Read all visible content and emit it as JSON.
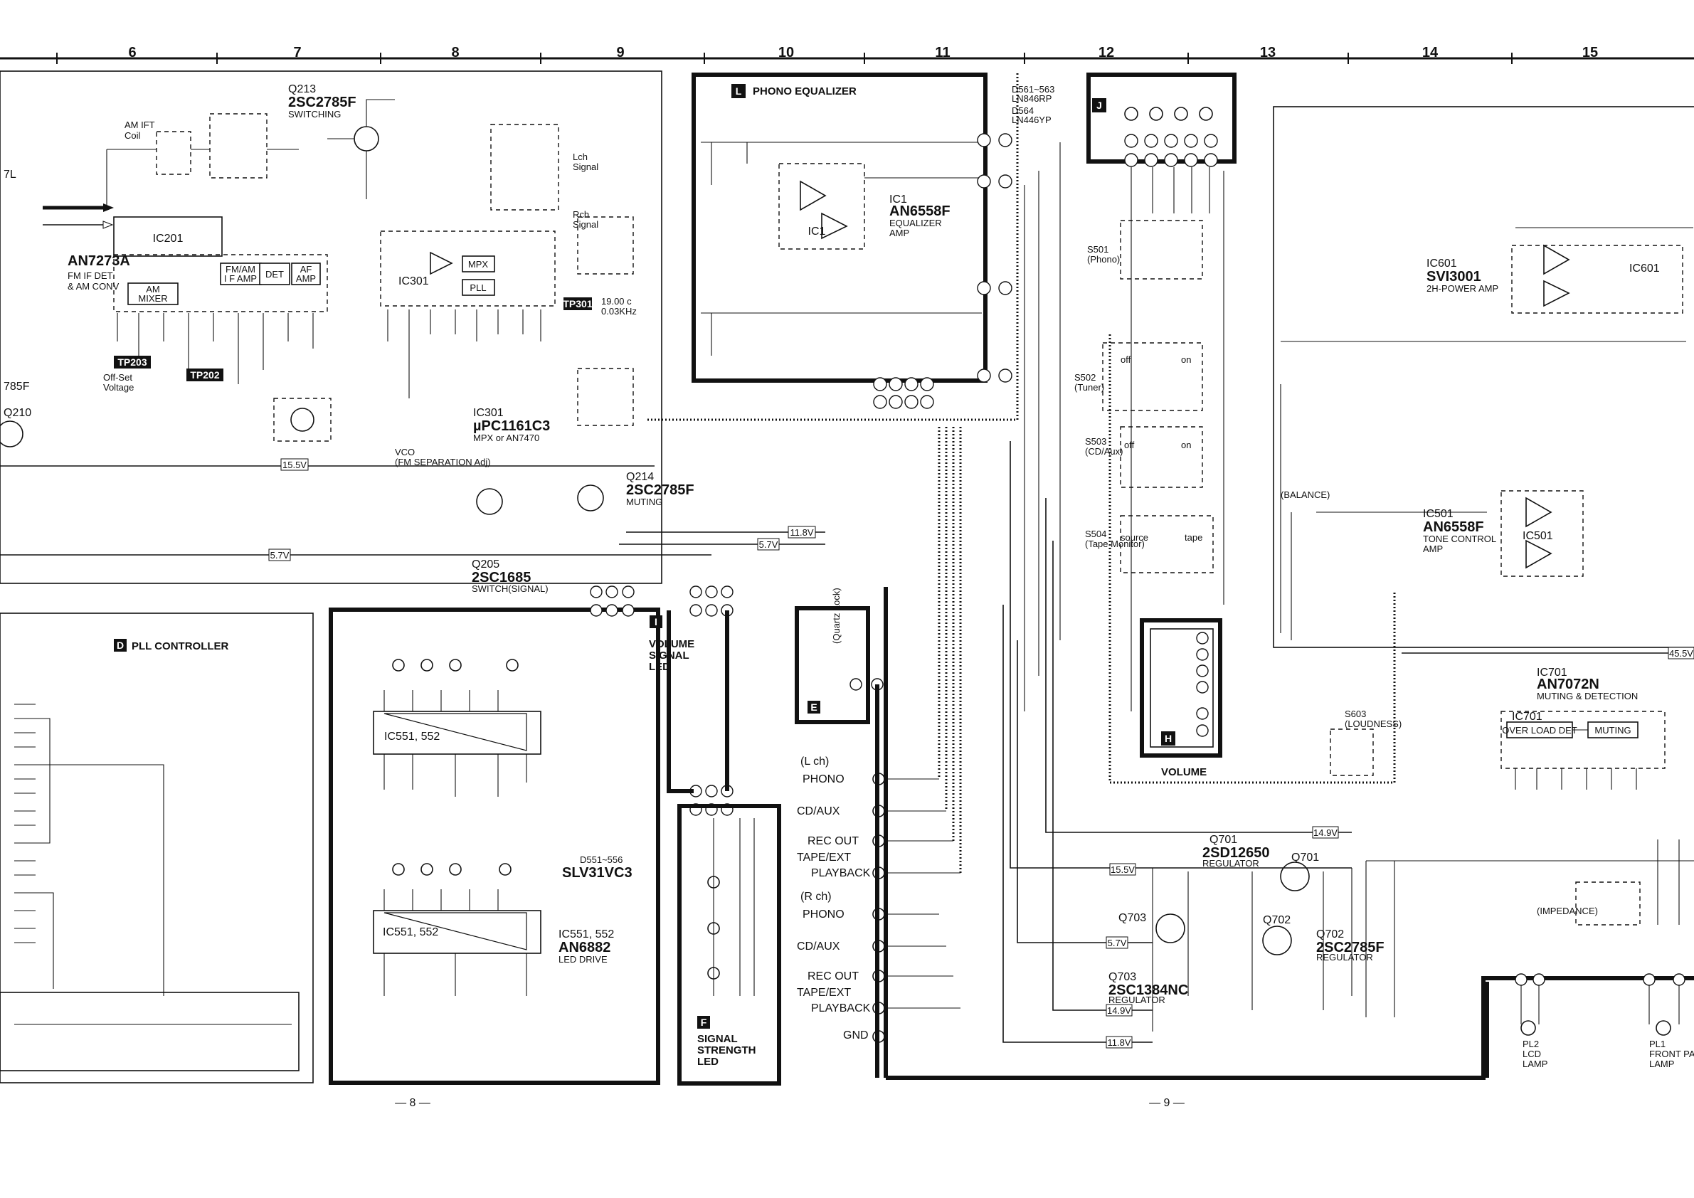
{
  "columns": [
    "6",
    "7",
    "8",
    "9",
    "10",
    "11",
    "12",
    "13",
    "14",
    "15"
  ],
  "page_numbers": [
    "— 8 —",
    "— 9 —"
  ],
  "blocks": {
    "phono_eq": {
      "letter": "L",
      "title": "PHONO EQUALIZER"
    },
    "pll": {
      "letter": "D",
      "title": "PLL CONTROLLER"
    },
    "volume_led": {
      "letter": "I",
      "title": [
        "VOLUME",
        "SIGNAL",
        "LED"
      ]
    },
    "signal_led": {
      "letter": "F",
      "title": [
        "SIGNAL",
        "STRENGTH",
        "LED"
      ]
    },
    "quartz": {
      "letter": "E"
    },
    "volume": {
      "letter": "H",
      "title": "VOLUME"
    },
    "indicator": {
      "letter": "J"
    }
  },
  "ic_labels": {
    "ic201": [
      "IC201",
      "AN7273A",
      "FM IF DET",
      "& AM CONV"
    ],
    "ic1": [
      "IC1",
      "AN6558F",
      "EQUALIZER",
      "AMP"
    ],
    "ic301": [
      "IC301",
      "µPC1161C3",
      "MPX or AN7470"
    ],
    "ic601": [
      "IC601",
      "SVI3001",
      "2H-POWER AMP"
    ],
    "ic501": [
      "IC501",
      "AN6558F",
      "TONE CONTROL",
      "AMP"
    ],
    "ic701": [
      "IC701",
      "AN7072N",
      "MUTING & DETECTION"
    ],
    "ic551": [
      "IC551, 552",
      "AN6882",
      "LED DRIVE"
    ]
  },
  "transistors": {
    "q213": [
      "Q213",
      "2SC2785F",
      "SWITCHING"
    ],
    "q214": [
      "Q214",
      "2SC2785F",
      "MUTING"
    ],
    "q205": [
      "Q205",
      "2SC1685",
      "SWITCH(SIGNAL)"
    ],
    "q701": [
      "Q701",
      "2SD12650",
      "REGULATOR"
    ],
    "q702": [
      "Q702",
      "2SC2785F",
      "REGULATOR"
    ],
    "q703": [
      "Q703",
      "2SC1384NC",
      "REGULATOR"
    ],
    "d561": [
      "D561~563",
      "LN846RP",
      "D564",
      "LN446YP"
    ],
    "d551": "D551~556",
    "d551b": "SLV31VC3"
  },
  "switches": {
    "s501": [
      "S501",
      "(Phono)"
    ],
    "s502": [
      "S502",
      "(Tuner)"
    ],
    "s503": [
      "S503",
      "(CD/Aux)"
    ],
    "s504": [
      "S504",
      "(Tape Monitor)"
    ],
    "sw_off": "off",
    "sw_on": "on",
    "source": "source",
    "tape": "tape",
    "s603": "S603",
    "loudness": "(LOUDNESS)"
  },
  "jacks": {
    "lch": "(L ch)",
    "rch": "(R ch)",
    "phono": "PHONO",
    "cdaux": "CD/AUX",
    "rec": "REC OUT",
    "tapeext": "TAPE/EXT",
    "playback": "PLAYBACK",
    "gnd": "GND"
  },
  "voltages": [
    "15.5V",
    "5.7V",
    "11.8V",
    "14.9V",
    "45.5V"
  ],
  "blocks_ic201": [
    "FM/AM",
    "I F AMP",
    "DET",
    "AF",
    "AMP",
    "AM",
    "MIXER"
  ],
  "blocks_ic301": [
    "MPX",
    "PLL"
  ],
  "blocks_ic701": [
    "OVER LOAD DET",
    "MUTING"
  ],
  "test_points": [
    "TP203",
    "TP202",
    "TP301"
  ],
  "misc": {
    "amift": [
      "AM IFT",
      "Coil"
    ],
    "offset": [
      "Off-Set",
      "Voltage"
    ],
    "vco": [
      "VCO",
      "(FM SEPARATION Adj)"
    ],
    "lchsig": [
      "Lch",
      "Signal"
    ],
    "rchsig": [
      "Rch",
      "Signal"
    ],
    "freq": [
      "19.00 c",
      "0.03KHz"
    ],
    "quartz": "(Quartz Lock)",
    "impedance": "(IMPEDANCE)",
    "balance": "(BALANCE)",
    "pl2": [
      "PL2",
      "LCD",
      "LAMP"
    ],
    "pl1": [
      "PL1",
      "FRONT PANE",
      "LAMP"
    ],
    "q210": "Q210",
    "l7": "7L",
    "q785": "785F"
  }
}
